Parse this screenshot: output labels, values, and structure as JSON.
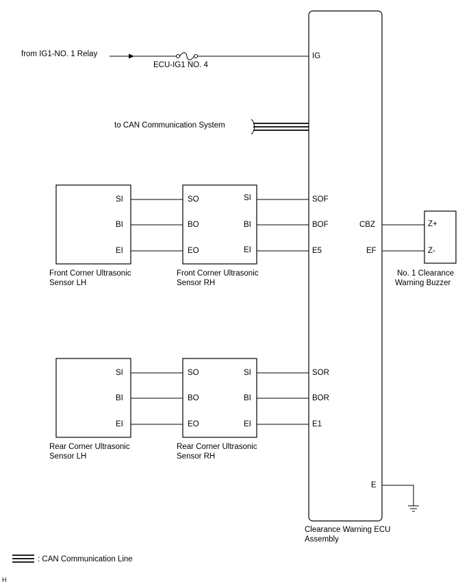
{
  "power": {
    "source": "from IG1-NO. 1 Relay",
    "fuse": "ECU-IG1 NO. 4"
  },
  "can": {
    "label": "to CAN Communication System",
    "legend": ": CAN Communication Line"
  },
  "ecu": {
    "name_line1": "Clearance Warning ECU",
    "name_line2": "Assembly",
    "pins": {
      "ig": "IG",
      "sof": "SOF",
      "bof": "BOF",
      "e5": "E5",
      "sor": "SOR",
      "bor": "BOR",
      "e1": "E1",
      "cbz": "CBZ",
      "ef": "EF",
      "e": "E"
    }
  },
  "front_lh": {
    "name_line1": "Front Corner Ultrasonic",
    "name_line2": "Sensor LH",
    "pins": {
      "si": "SI",
      "bi": "BI",
      "ei": "EI"
    }
  },
  "front_rh": {
    "name_line1": "Front Corner Ultrasonic",
    "name_line2": "Sensor RH",
    "pins": {
      "so": "SO",
      "bo": "BO",
      "eo": "EO",
      "si": "SI",
      "bi": "BI",
      "ei": "EI"
    }
  },
  "rear_lh": {
    "name_line1": "Rear Corner Ultrasonic",
    "name_line2": "Sensor LH",
    "pins": {
      "si": "SI",
      "bi": "BI",
      "ei": "EI"
    }
  },
  "rear_rh": {
    "name_line1": "Rear Corner Ultrasonic",
    "name_line2": "Sensor RH",
    "pins": {
      "so": "SO",
      "bo": "BO",
      "eo": "EO",
      "si": "SI",
      "bi": "BI",
      "ei": "EI"
    }
  },
  "buzzer": {
    "name_line1": "No. 1 Clearance",
    "name_line2": "Warning Buzzer",
    "pins": {
      "zp": "Z+",
      "zm": "Z-"
    }
  },
  "corner_mark": "H"
}
